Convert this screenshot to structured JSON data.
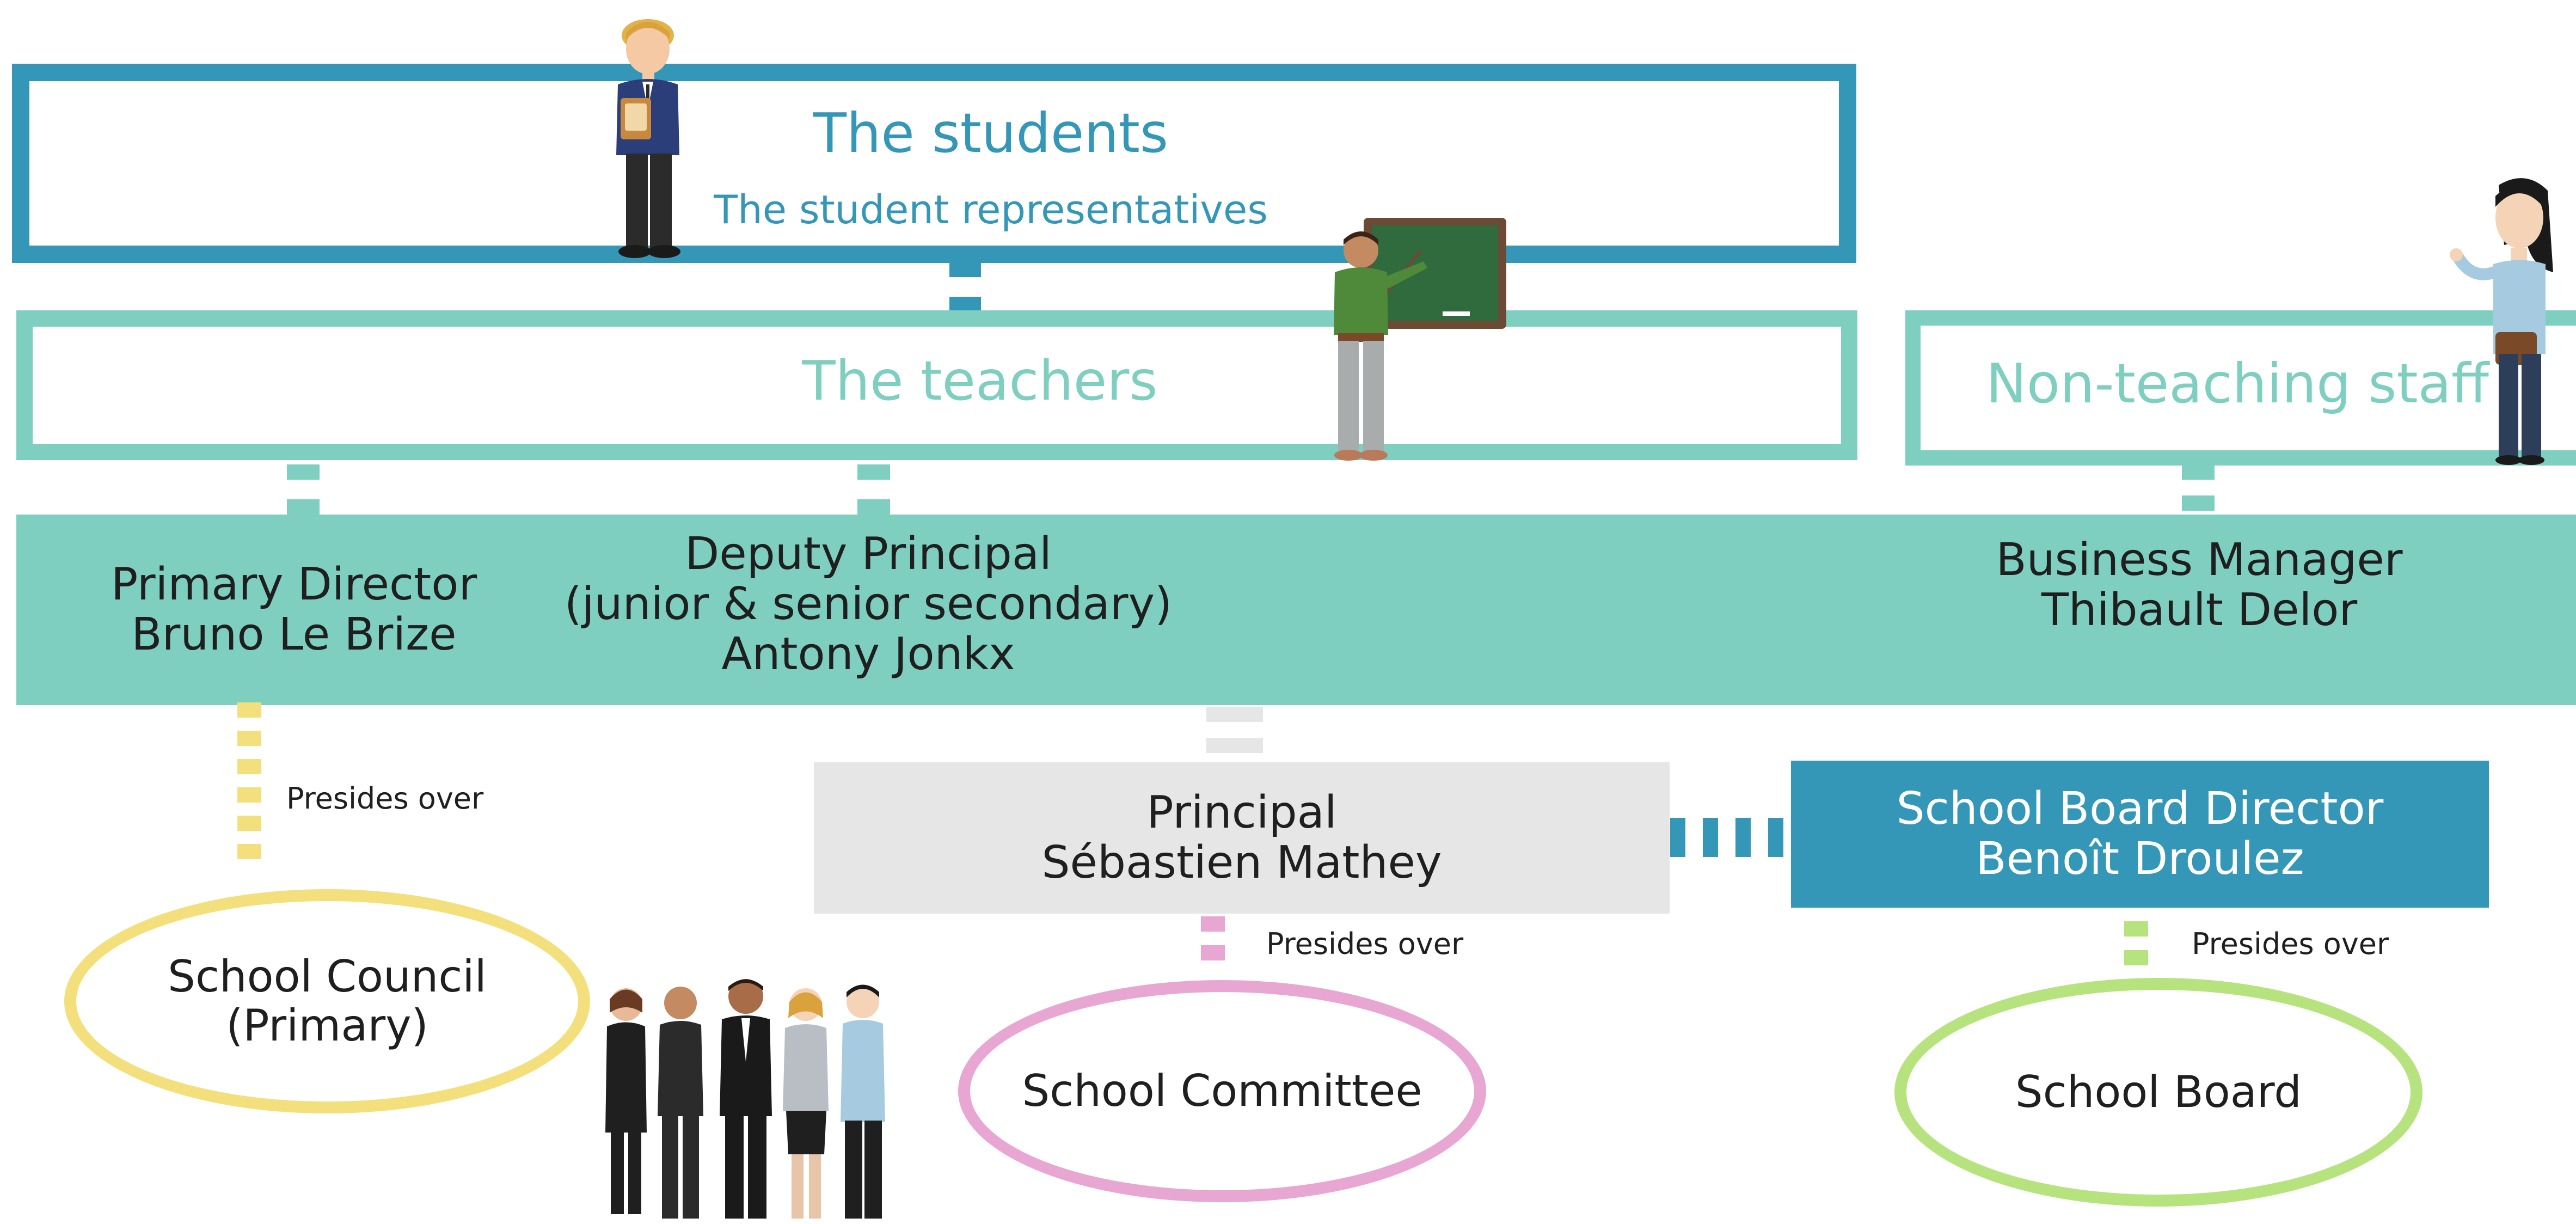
{
  "colors": {
    "students_blue": "#3497b8",
    "teachers_teal": "#7ecfc0",
    "band_teal": "#7ecfc0",
    "principal_gray": "#e6e6e6",
    "board_director_blue": "#3497b8",
    "council_yellow": "#f3e07c",
    "committee_pink": "#e8a6d2",
    "board_green": "#b7e37f",
    "text_dark": "#1f1f1f",
    "text_white": "#ffffff"
  },
  "students": {
    "title": "The students",
    "subtitle": "The student representatives"
  },
  "teachers": {
    "title": "The teachers"
  },
  "staff": {
    "title": "Non-teaching staff"
  },
  "primary_director": {
    "role": "Primary Director",
    "name": "Bruno Le Brize"
  },
  "deputy_principal": {
    "role": "Deputy Principal",
    "scope": "(junior & senior secondary)",
    "name": "Antony Jonkx"
  },
  "business_manager": {
    "role": "Business Manager",
    "name": "Thibault Delor"
  },
  "principal": {
    "role": "Principal",
    "name": "Sébastien Mathey"
  },
  "board_director": {
    "role": "School Board Director",
    "name": "Benoît Droulez"
  },
  "presides_over": {
    "council": "Presides over",
    "committee": "Presides over",
    "board": "Presides over"
  },
  "school_council": {
    "line1": "School Council",
    "line2": "(Primary)"
  },
  "school_committee": {
    "label": "School Committee"
  },
  "school_board": {
    "label": "School Board"
  },
  "icons": {
    "student": "student-figure-icon",
    "teacher": "teacher-chalkboard-icon",
    "staff": "staff-woman-icon",
    "group": "meeting-group-icon"
  }
}
